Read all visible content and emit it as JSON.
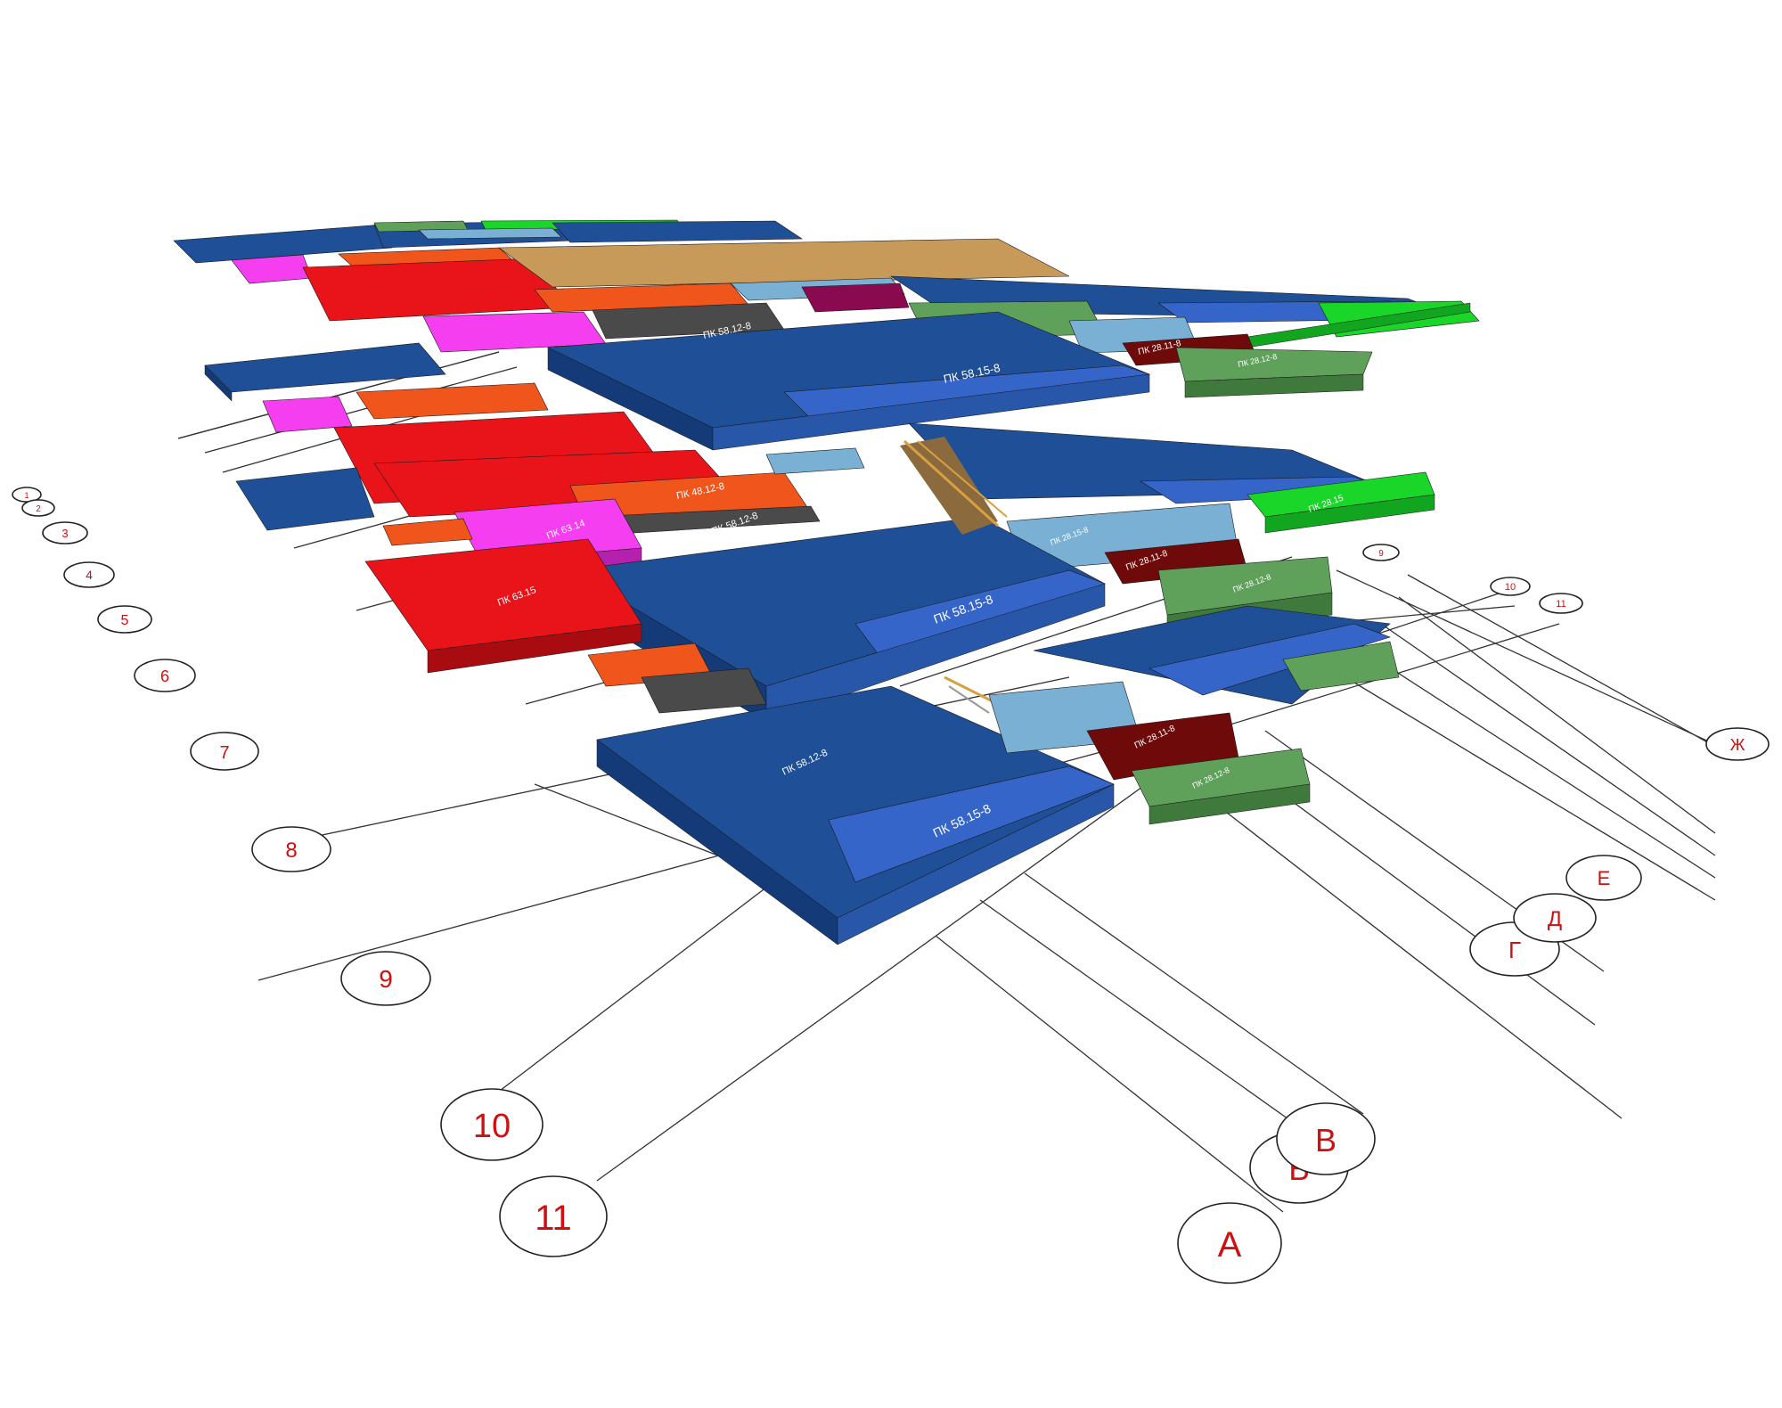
{
  "colors": {
    "dark_blue": "#1f4f96",
    "mid_blue": "#3565c8",
    "navy_side": "#143a78",
    "red": "#e8141a",
    "red_side": "#a80c10",
    "magenta": "#f53ef0",
    "magenta_side": "#b520ae",
    "orange_red": "#f0561c",
    "orange_side": "#b53d10",
    "dark_gray": "#4a4a4a",
    "light_blue": "#7ab0d4",
    "maroon": "#6e0a0a",
    "green": "#5fa15a",
    "bright_green": "#19d629",
    "tan": "#c89a5a",
    "marker_text": "#d01010",
    "stair": "#d9a040"
  },
  "slab_labels": {
    "blue_large": "ПК 58.15-8",
    "blue_small": "ПК 58.12-8",
    "red": "ПК 63.15",
    "magenta": "ПК 63.14",
    "orange": "ПК 48.12-8",
    "light_blue": "ПК 28.15-8",
    "maroon": "ПК 28.11-8",
    "green": "ПК 28.12-8",
    "green_small": "ПК 28.15"
  },
  "grid_markers": {
    "numbers_left": [
      "1",
      "2",
      "3",
      "4",
      "5",
      "6",
      "7",
      "8",
      "9",
      "10",
      "11"
    ],
    "numbers_right": [
      "9",
      "10",
      "11"
    ],
    "letters": [
      "А",
      "Б",
      "В",
      "Г",
      "Д",
      "Е",
      "Ж"
    ]
  }
}
